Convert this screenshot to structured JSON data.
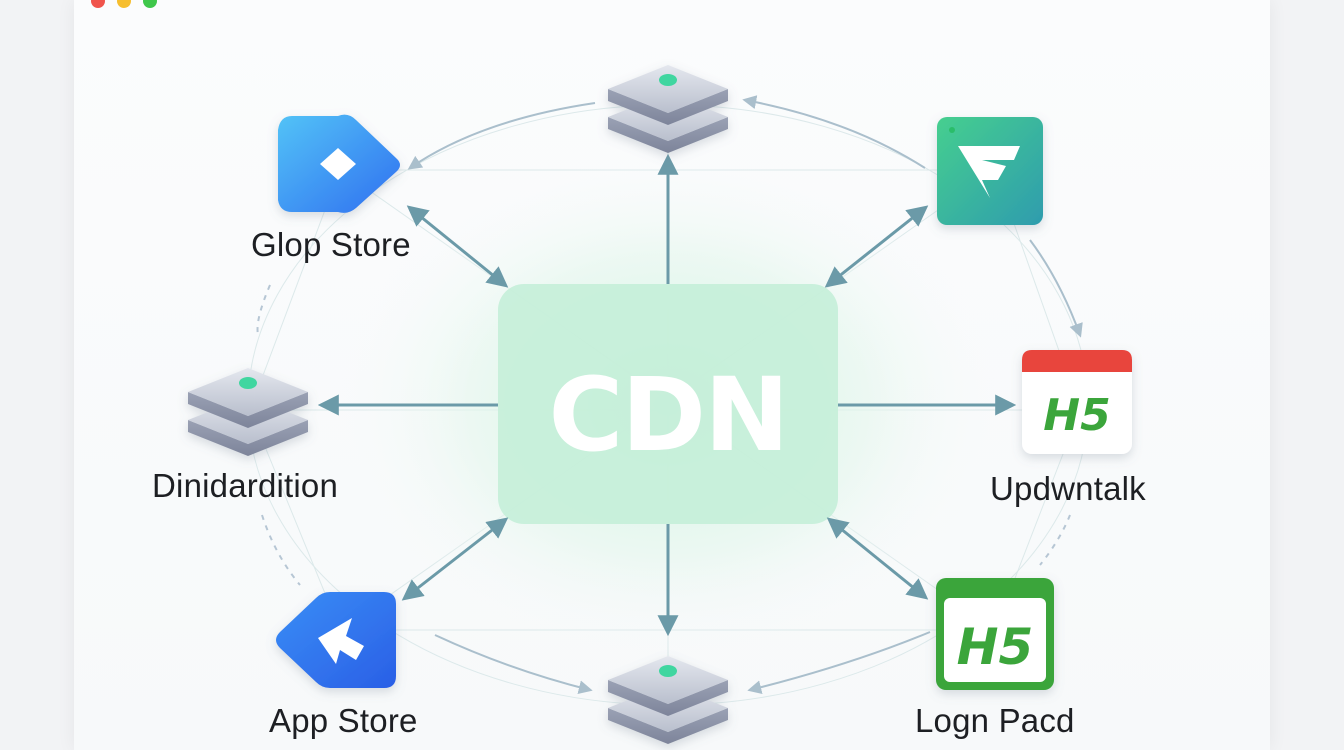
{
  "diagram": {
    "center": {
      "text": "CDN"
    },
    "nodes": [
      {
        "id": "top-server",
        "icon": "server-stack-icon",
        "label": ""
      },
      {
        "id": "glop-store",
        "icon": "blue-diamond-app-icon",
        "label": "Glop Store"
      },
      {
        "id": "f-app",
        "icon": "green-f-app-icon",
        "label": ""
      },
      {
        "id": "dinidardition",
        "icon": "server-stack-icon",
        "label": "Dinidardition"
      },
      {
        "id": "updwntalk",
        "icon": "h5-calendar-icon",
        "label": "Updwntalk",
        "badge": "H5"
      },
      {
        "id": "app-store",
        "icon": "blue-arrow-app-icon",
        "label": "App Store"
      },
      {
        "id": "bottom-server",
        "icon": "server-stack-icon",
        "label": ""
      },
      {
        "id": "logn-pacd",
        "icon": "h5-green-badge-icon",
        "label": "Logn Pacd",
        "badge": "H5"
      }
    ]
  },
  "colors": {
    "window_red": "#f0544c",
    "window_yellow": "#f6be2f",
    "window_green": "#3fc74b",
    "center_fill": "#c6efd9",
    "arrow": "#6b9aa8",
    "h5_green": "#3aa53a",
    "calendar_red": "#e8453c",
    "blue_app": "#2f7df3"
  }
}
